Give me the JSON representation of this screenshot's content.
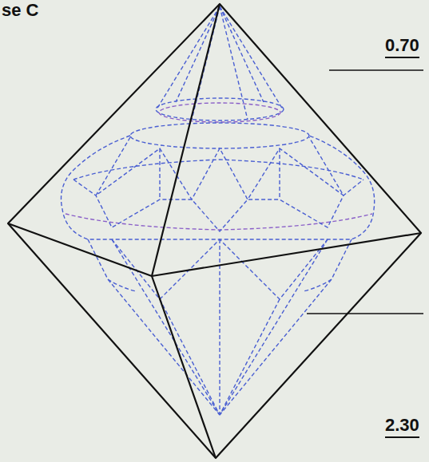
{
  "diagram": {
    "labels": [
      "se C",
      "0.70",
      "2.30"
    ]
  }
}
